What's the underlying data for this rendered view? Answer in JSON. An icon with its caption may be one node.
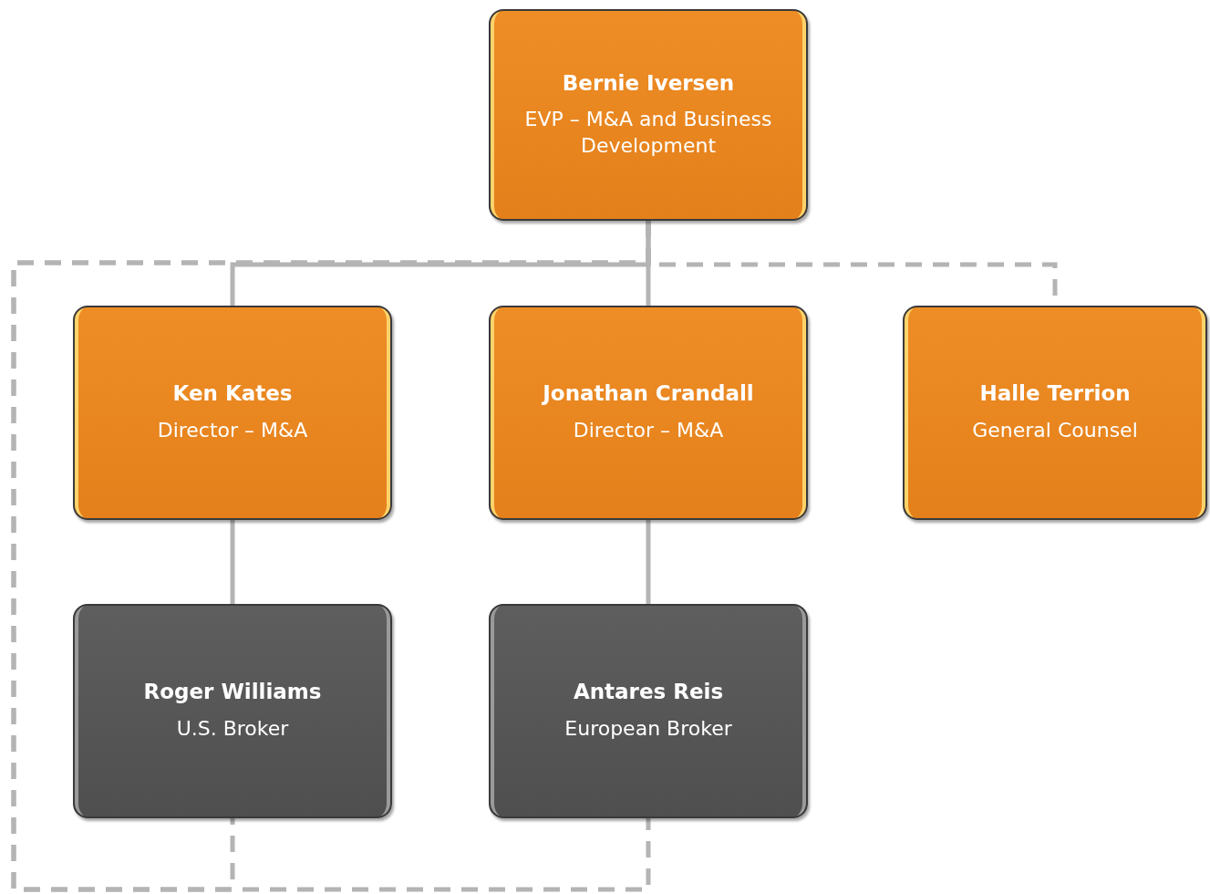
{
  "diagram": {
    "nodes": [
      {
        "text": [
          "Bernie Iversen",
          "EVP – M&A and Business Development"
        ]
      },
      {
        "text": [
          "Ken Kates",
          "Director – M&A"
        ]
      },
      {
        "text": [
          "Jonathan Crandall",
          "Director – M&A"
        ]
      },
      {
        "text": [
          "Halle Terrion",
          "General Counsel"
        ]
      },
      {
        "text": [
          "Roger Williams",
          "U.S. Broker"
        ]
      },
      {
        "text": [
          "Antares Reis",
          "European Broker"
        ]
      }
    ],
    "edges": [
      {
        "from": 0,
        "to": 1,
        "arrow": "none"
      },
      {
        "from": 0,
        "to": 2,
        "arrow": "none"
      },
      {
        "from": 0,
        "to": 3,
        "arrow": "none",
        "style": "dashed"
      },
      {
        "from": 1,
        "to": 4,
        "arrow": "none"
      },
      {
        "from": 2,
        "to": 5,
        "arrow": "none"
      },
      {
        "from": 0,
        "to": 4,
        "arrow": "none",
        "style": "dashed"
      },
      {
        "from": 0,
        "to": 5,
        "arrow": "none",
        "style": "dashed"
      }
    ]
  }
}
